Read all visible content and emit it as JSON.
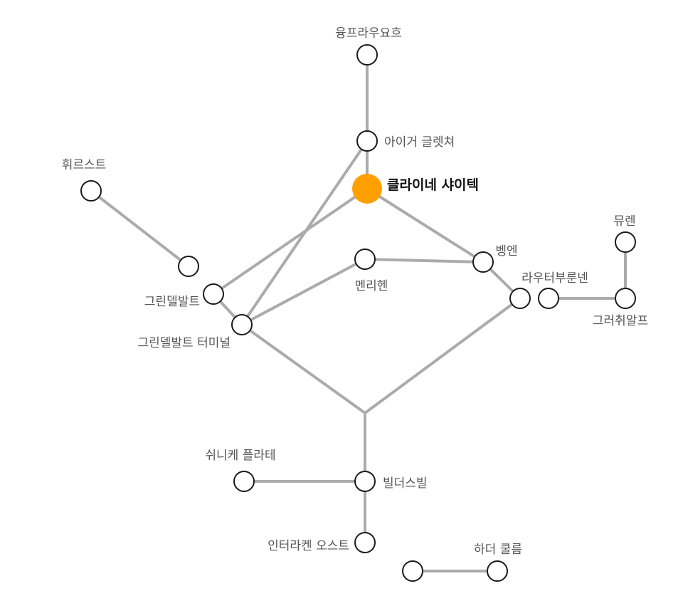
{
  "colors": {
    "edge": "#ababab",
    "node_stroke": "#1a1a1a",
    "node_fill": "#ffffff",
    "current": "#ffa000",
    "label": "#555555",
    "label_current": "#111111"
  },
  "locations": {
    "yungprauyoheu": "융프라우요흐",
    "eiger_gletscher": "아이거 글렛쳐",
    "kleine_scheidegg": "클라이네 샤이텍",
    "wengen": "벵엔",
    "lauterbrunnen": "라우터부룬넨",
    "mürren": "뮤렌",
    "grütschalp": "그러취알프",
    "männlichen": "멘리헨",
    "grindelwald": "그린델발트",
    "grindelwald_terminal": "그린델발트 터미널",
    "first": "휘르스트",
    "wilderswil": "빌더스빌",
    "schynige_platte": "쉬니케 플라테",
    "interlaken_ost": "인터라켄 오스트",
    "harder_kulm": "하더 쿨름"
  },
  "current_location": "kleine_scheidegg"
}
